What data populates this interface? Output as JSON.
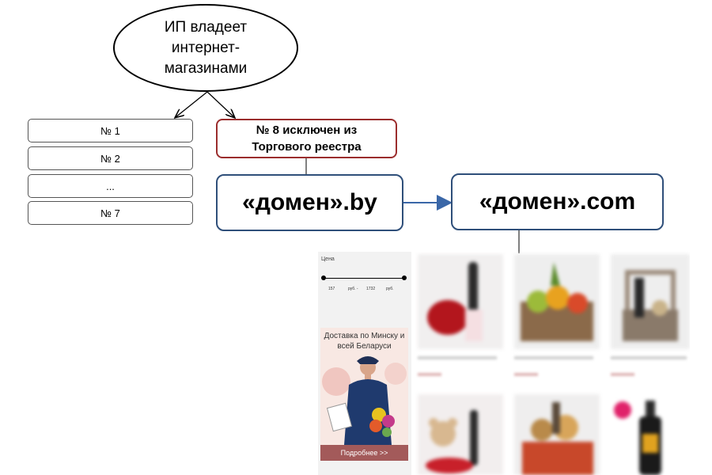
{
  "diagram": {
    "owner": "ИП владеет интернет-магазинами",
    "shops": [
      "№ 1",
      "№ 2",
      "...",
      "№ 7"
    ],
    "excluded_line1": "№ 8 исключен из",
    "excluded_line2": "Торгового реестра",
    "domain_by": "«домен».by",
    "domain_com": "«домен».com"
  },
  "screenshot": {
    "price_label": "Цена",
    "price_min": "157",
    "price_min_unit": "руб. -",
    "price_max": "1732",
    "price_max_unit": "руб.",
    "promo_title": "Доставка по Минску и всей Беларуси",
    "promo_button": "Подробнее >>"
  },
  "colors": {
    "excluded_border": "#9b2d2d",
    "domain_border": "#2f4f7a",
    "arrow_blue": "#3a67a8",
    "promo_button": "#a35a5a"
  }
}
